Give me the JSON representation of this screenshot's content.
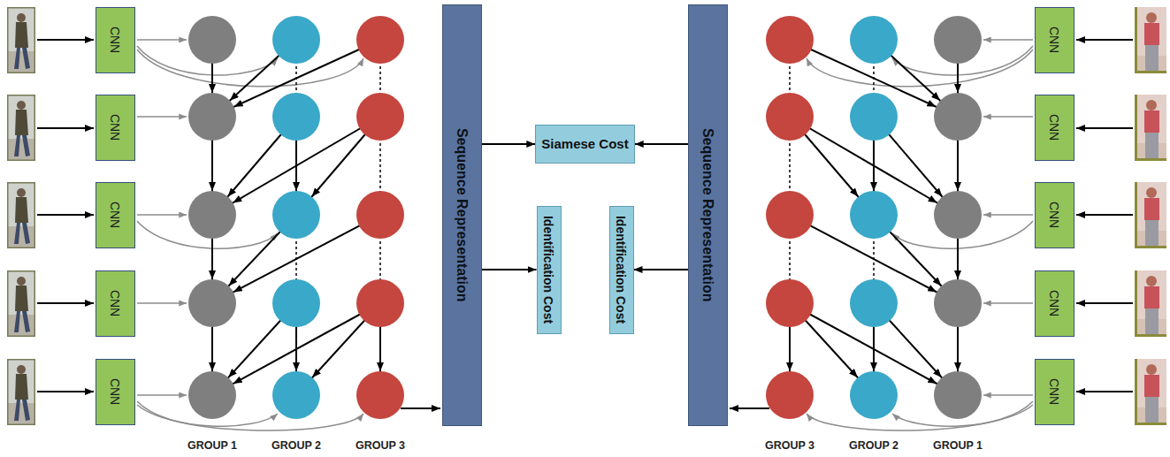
{
  "diagram": {
    "nodes": [
      {
        "text": [
          "CNN"
        ]
      },
      {
        "text": [
          "CNN"
        ]
      },
      {
        "text": [
          "CNN"
        ]
      },
      {
        "text": [
          "CNN"
        ]
      },
      {
        "text": [
          "CNN"
        ]
      },
      {
        "text": [
          "Sequence Representation"
        ]
      },
      {
        "text": [
          "Siamese Cost"
        ]
      },
      {
        "text": [
          "Identification Cost"
        ]
      },
      {
        "text": [
          "Identification Cost"
        ]
      },
      {
        "text": [
          "Sequence Representation"
        ]
      },
      {
        "text": [
          "CNN"
        ]
      },
      {
        "text": [
          "CNN"
        ]
      },
      {
        "text": [
          "CNN"
        ]
      },
      {
        "text": [
          "CNN"
        ]
      },
      {
        "text": [
          "CNN"
        ]
      }
    ],
    "edges": [
      {
        "from": 5,
        "to": 6,
        "arrow": "to"
      },
      {
        "from": 9,
        "to": 6,
        "arrow": "to"
      },
      {
        "from": 5,
        "to": 7,
        "arrow": "to"
      },
      {
        "from": 9,
        "to": 8,
        "arrow": "to"
      }
    ],
    "labels": [
      "GROUP 1",
      "GROUP 2",
      "GROUP 3",
      "GROUP 3",
      "GROUP 2",
      "GROUP 1"
    ]
  }
}
